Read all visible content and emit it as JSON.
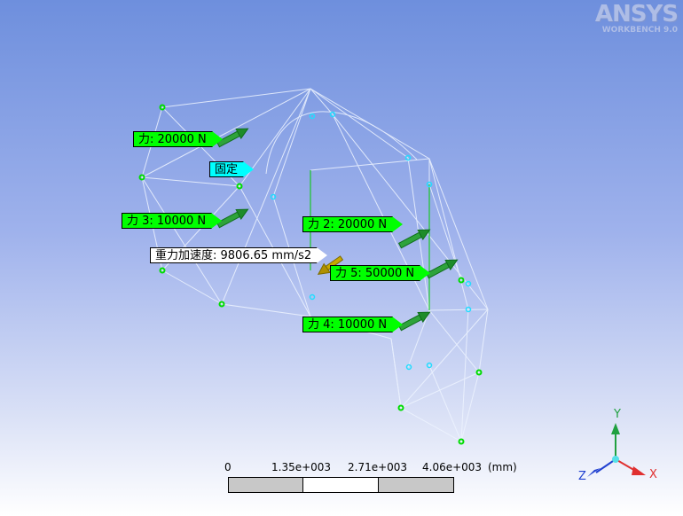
{
  "logo": {
    "brand": "ANSYS",
    "product": "WORKBENCH 9.0"
  },
  "annotations": {
    "force1": "力: 20000 N",
    "fixed": "固定",
    "force3": "力 3: 10000 N",
    "force2": "力 2: 20000 N",
    "gravity": "重力加速度: 9806.65 mm/s2",
    "force5": "力 5: 50000 N",
    "force4": "力 4: 10000 N"
  },
  "scale_bar": {
    "ticks": [
      "0",
      "1.35e+003",
      "2.71e+003",
      "4.06e+003"
    ],
    "unit": "(mm)"
  },
  "triad": {
    "x": "X",
    "y": "Y",
    "z": "Z"
  },
  "colors": {
    "load_tag": "#00ff00",
    "support_tag": "#00ffff",
    "gravity_tag": "#ffffff",
    "arrow": "#1e9e2e",
    "x_axis": "#e03030",
    "y_axis": "#20a040",
    "z_axis": "#2040d0"
  }
}
